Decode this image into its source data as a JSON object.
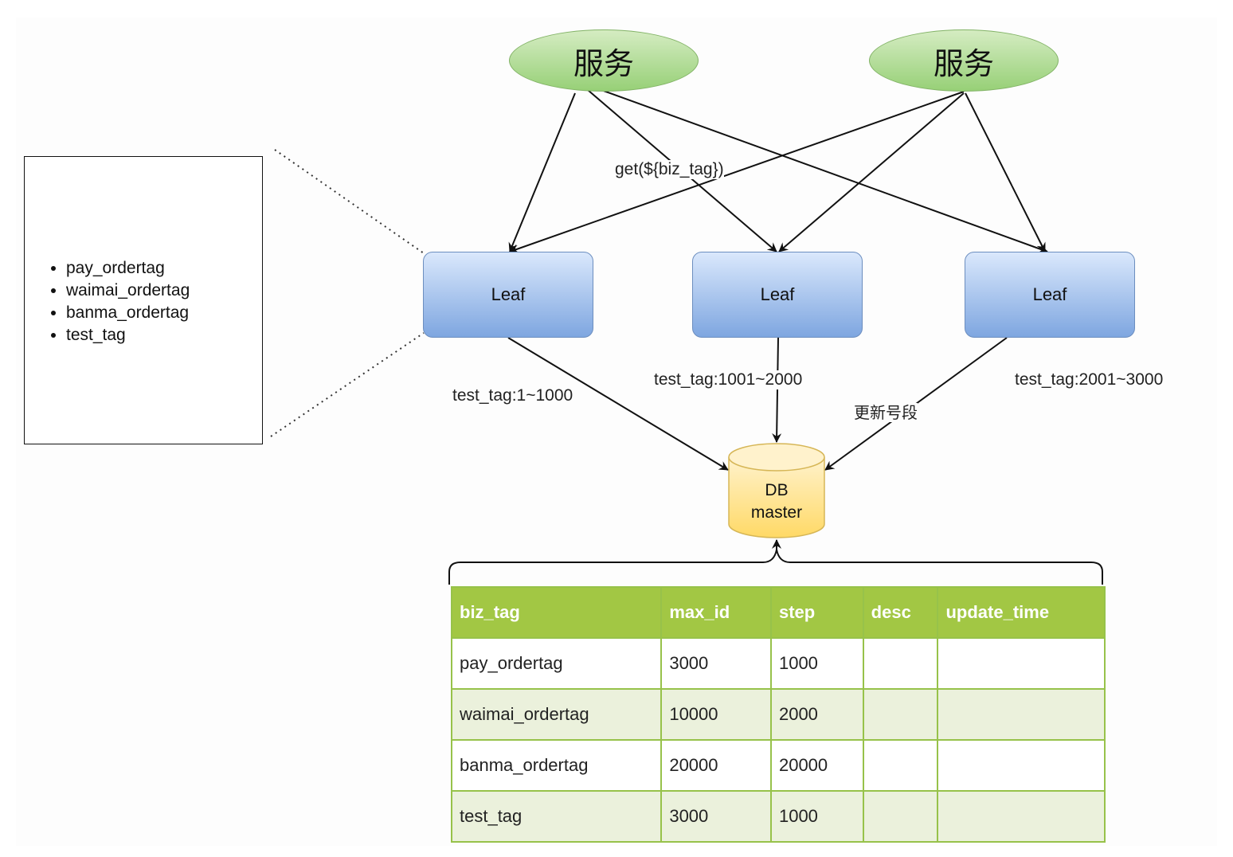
{
  "services": [
    {
      "label": "服务"
    },
    {
      "label": "服务"
    }
  ],
  "leaves": [
    {
      "label": "Leaf"
    },
    {
      "label": "Leaf"
    },
    {
      "label": "Leaf"
    }
  ],
  "edge_labels": {
    "get_call": "get(${biz_tag})",
    "segment_1": "test_tag:1~1000",
    "segment_2": "test_tag:1001~2000",
    "segment_3": "test_tag:2001~3000",
    "update_segment": "更新号段"
  },
  "tag_list": [
    "pay_ordertag",
    "waimai_ordertag",
    "banma_ordertag",
    "test_tag"
  ],
  "db": {
    "line1": "DB",
    "line2": "master"
  },
  "table": {
    "headers": [
      "biz_tag",
      "max_id",
      "step",
      "desc",
      "update_time"
    ],
    "rows": [
      [
        "pay_ordertag",
        "3000",
        "1000",
        "",
        ""
      ],
      [
        "waimai_ordertag",
        "10000",
        "2000",
        "",
        ""
      ],
      [
        "banma_ordertag",
        "20000",
        "20000",
        "",
        ""
      ],
      [
        "test_tag",
        "3000",
        "1000",
        "",
        ""
      ]
    ]
  },
  "colors": {
    "service_fill": "#97d077",
    "leaf_fill": "#7ea6e0",
    "db_fill": "#ffe599",
    "table_header": "#a2c744",
    "table_row_alt": "#ebf1dc"
  }
}
